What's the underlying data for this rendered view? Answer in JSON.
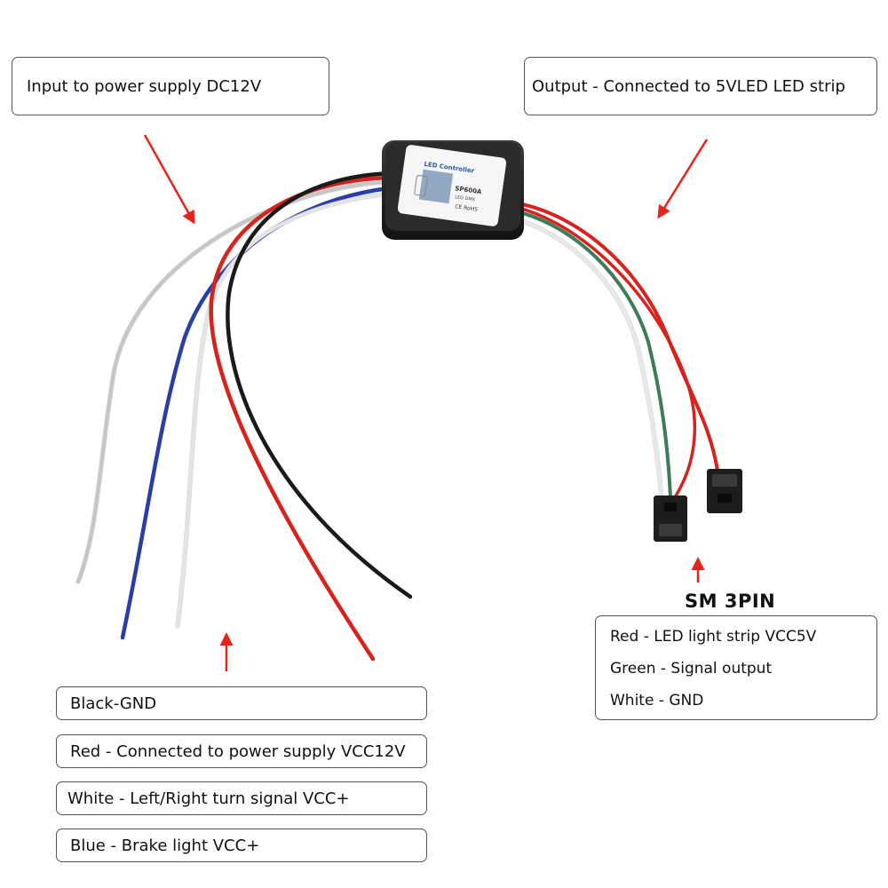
{
  "callouts": {
    "input": "Input to power supply DC12V",
    "output": "Output - Connected to 5VLED LED strip"
  },
  "device": {
    "label": "LED Controller",
    "model": "SP600A",
    "sub_label": "LED DMX",
    "marks": "CE RoHS"
  },
  "connector": {
    "heading": "SM 3PIN",
    "pins": [
      "Red - LED light strip VCC5V",
      "Green - Signal output",
      "White - GND"
    ]
  },
  "inputs": [
    "Black-GND",
    "Red - Connected to power supply VCC12V",
    "White - Left/Right turn signal VCC+",
    "Blue - Brake light VCC+"
  ],
  "colors": {
    "arrow": "#e8231c",
    "red_wire": "#d8231d",
    "black_wire": "#1a1a1a",
    "blue_wire": "#2a3ea8",
    "white_wire": "#ececec",
    "green_wire": "#3f7a5a",
    "box_border": "#555555"
  }
}
